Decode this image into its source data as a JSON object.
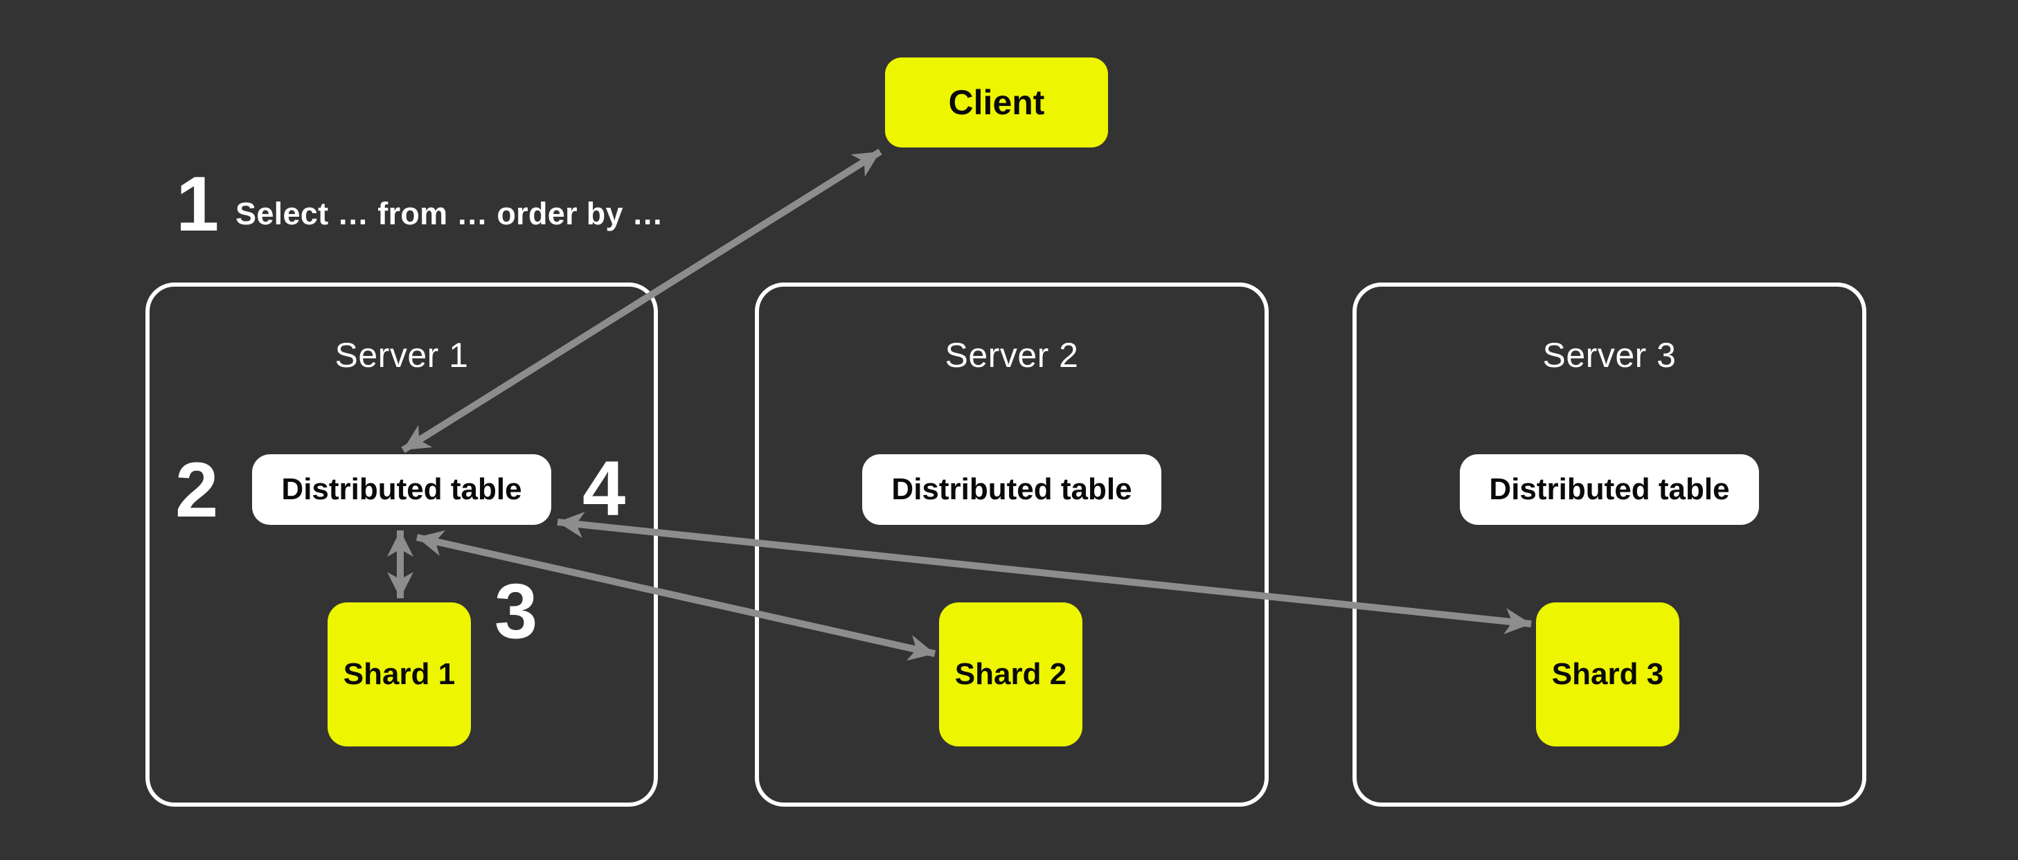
{
  "colors": {
    "bg": "#333333",
    "yellow": "#EDF500",
    "white": "#FFFFFF",
    "gray": "#8D8D8D",
    "ink": "#0A0A0A"
  },
  "client": {
    "label": "Client"
  },
  "annotations": {
    "step1": {
      "number": "1",
      "text": "Select … from … order by …"
    },
    "step2": {
      "number": "2"
    },
    "step3": {
      "number": "3"
    },
    "step4": {
      "number": "4"
    }
  },
  "servers": [
    {
      "name": "Server 1",
      "table_label": "Distributed table",
      "shard_label": "Shard 1"
    },
    {
      "name": "Server 2",
      "table_label": "Distributed table",
      "shard_label": "Shard 2"
    },
    {
      "name": "Server 3",
      "table_label": "Distributed table",
      "shard_label": "Shard 3"
    }
  ],
  "arrows": [
    {
      "name": "client-distributed-table-1",
      "bidirectional": true
    },
    {
      "name": "distributed-table-1-shard-1",
      "bidirectional": true
    },
    {
      "name": "distributed-table-1-shard-2",
      "bidirectional": true
    },
    {
      "name": "distributed-table-1-shard-3",
      "bidirectional": true
    }
  ]
}
